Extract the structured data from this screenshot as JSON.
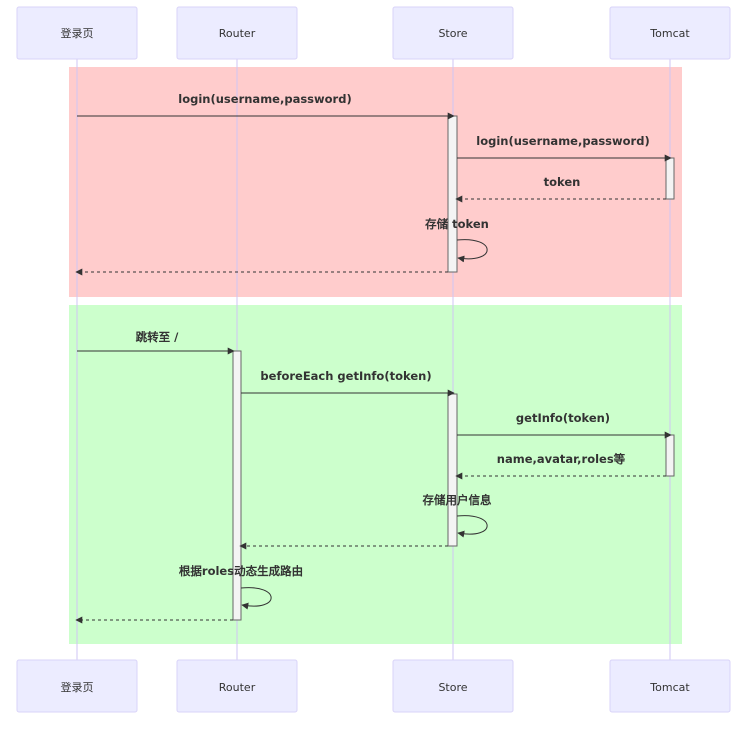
{
  "participants": [
    {
      "id": "login-page",
      "label": "登录页"
    },
    {
      "id": "router",
      "label": "Router"
    },
    {
      "id": "store",
      "label": "Store"
    },
    {
      "id": "tomcat",
      "label": "Tomcat"
    }
  ],
  "regions": [
    {
      "name": "login-flow",
      "color": "#ffcccc"
    },
    {
      "name": "route-flow",
      "color": "#ccffcc"
    }
  ],
  "messages": [
    {
      "label": "login(username,password)"
    },
    {
      "label": "login(username,password)"
    },
    {
      "label": "token"
    },
    {
      "label": "存储 token"
    },
    {
      "label": ""
    },
    {
      "label": "跳转至 /"
    },
    {
      "label": "beforeEach getInfo(token)"
    },
    {
      "label": "getInfo(token)"
    },
    {
      "label": "name,avatar,roles等"
    },
    {
      "label": "存储用户信息"
    },
    {
      "label": ""
    },
    {
      "label": "根据roles动态生成路由"
    },
    {
      "label": ""
    }
  ]
}
